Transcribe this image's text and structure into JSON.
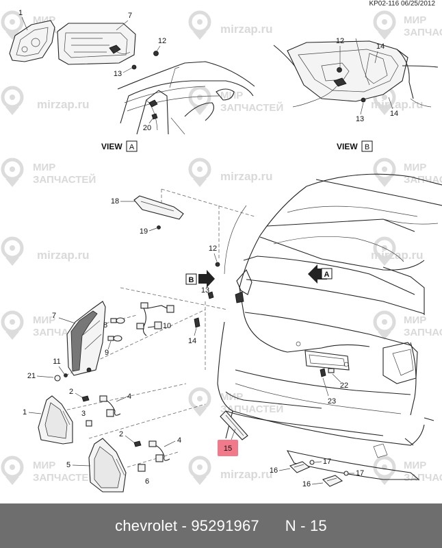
{
  "header": {
    "doc_code": "KP02-116 06/25/2012"
  },
  "views": {
    "view_a_prefix": "VIEW",
    "view_a_letter": "A",
    "view_b_prefix": "VIEW",
    "view_b_letter": "B"
  },
  "arrows": {
    "b_letter": "B",
    "a_letter": "A"
  },
  "callouts": {
    "c1_top": "1",
    "c7_top": "7",
    "c12_top": "12",
    "c13_top": "13",
    "c20": "20",
    "c12_b": "12",
    "c14_b": "14",
    "c13_b": "13",
    "c14_b2": "14",
    "c18": "18",
    "c19": "19",
    "c12_mid": "12",
    "c13_mid": "13",
    "c14_mid": "14",
    "c7_mid": "7",
    "c8": "8",
    "c9": "9",
    "c10": "10",
    "c11": "11",
    "c21": "21",
    "c2_a": "2",
    "c3": "3",
    "c4_a": "4",
    "c1_low": "1",
    "c2_b": "2",
    "c4_b": "4",
    "c5": "5",
    "c6": "6",
    "c15": "15",
    "c16_a": "16",
    "c17_a": "17",
    "c16_b": "16",
    "c17_b": "17",
    "c22": "22",
    "c23": "23"
  },
  "highlight": {
    "color": "#f07a8a"
  },
  "watermark": {
    "brand_top": "МИР",
    "brand_bottom": "ЗАПЧАСТЕЙ",
    "site": "mirzap.ru"
  },
  "footer": {
    "brand": "chevrolet",
    "sep1": " - ",
    "part_number": "95291967",
    "gap": "      ",
    "index_label": "N - 15"
  }
}
